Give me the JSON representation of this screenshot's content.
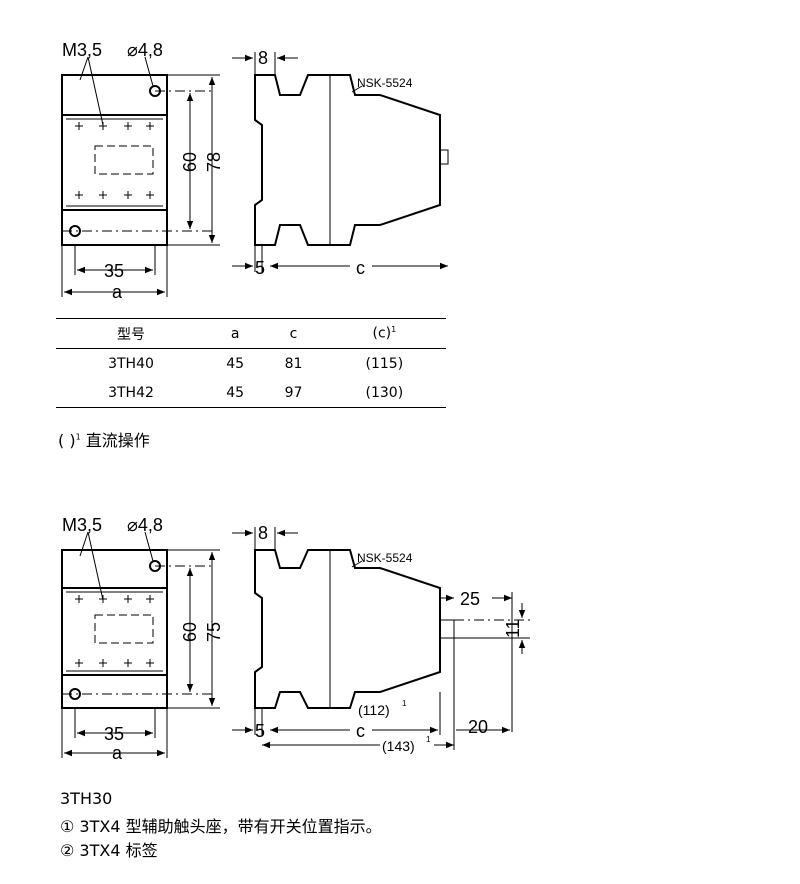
{
  "top_figure": {
    "thread_label": "M3,5",
    "hole_label": "⌀4,8",
    "dim_60": "60",
    "dim_78": "78",
    "dim_35": "35",
    "dim_a": "a",
    "dim_8": "8",
    "dim_5": "5",
    "dim_c": "c",
    "model_marking": "NSK-5524"
  },
  "table": {
    "headers": [
      "型号",
      "a",
      "c",
      "(c)"
    ],
    "header_sup": "1",
    "rows": [
      [
        "3TH40",
        "45",
        "81",
        "(115)"
      ],
      [
        "3TH42",
        "45",
        "97",
        "(130)"
      ]
    ]
  },
  "footnote": {
    "marker": "(   )",
    "sup": "1",
    "text": "直流操作"
  },
  "bottom_figure": {
    "thread_label": "M3,5",
    "hole_label": "⌀4,8",
    "dim_60": "60",
    "dim_75": "75",
    "dim_35": "35",
    "dim_a": "a",
    "dim_8": "8",
    "dim_5": "5",
    "dim_c": "c",
    "dim_112": "(112)",
    "dim_143": "(143)",
    "sup": "1",
    "dim_25": "25",
    "dim_11": "11",
    "dim_20": "20",
    "model_marking": "NSK-5524"
  },
  "caption": {
    "model": "3TH30",
    "item1": "① 3TX4 型辅助触头座，带有开关位置指示。",
    "item2": "② 3TX4 标签"
  }
}
